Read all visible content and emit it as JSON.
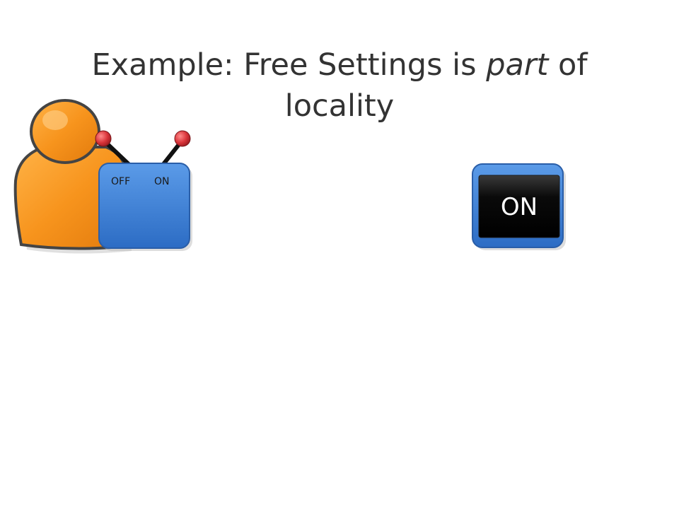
{
  "title": {
    "before": "Example: Free Settings is ",
    "emphasis": "part",
    "after": " of locality"
  },
  "left_device": {
    "off_label": "OFF",
    "on_label": "ON"
  },
  "right_device": {
    "display_label": "ON"
  },
  "colors": {
    "person_body": "#f7941d",
    "person_outline": "#444444",
    "box_blue": "#3a7fd5",
    "knob_red": "#d9343a",
    "display_black": "#0a0a0a",
    "title_text": "#333333"
  }
}
